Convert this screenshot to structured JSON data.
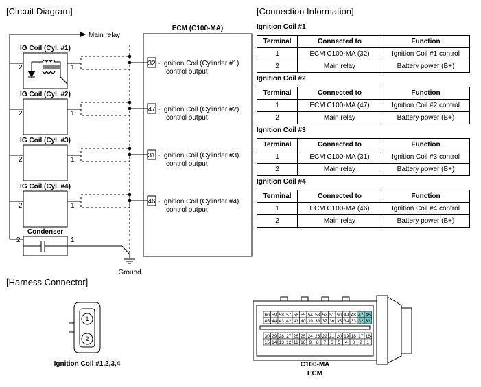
{
  "sections": {
    "circuit": "[Circuit Diagram]",
    "connection": "[Connection Information]",
    "harness": "[Harness Connector]"
  },
  "circuit": {
    "main_relay": "Main relay",
    "ecm_title": "ECM (C100-MA)",
    "ground": "Ground",
    "condenser": "Condenser",
    "pin_1": "1",
    "pin_2": "2",
    "coils": [
      {
        "title": "IG Coil (Cyl. #1)",
        "ecm_pin": "32",
        "line1": "- Ignition Coil (Cylinder #1)",
        "line2": "control output"
      },
      {
        "title": "IG Coil (Cyl. #2)",
        "ecm_pin": "47",
        "line1": "- Ignition Coil (Cylinder #2)",
        "line2": "control output"
      },
      {
        "title": "IG Coil (Cyl. #3)",
        "ecm_pin": "31",
        "line1": "- Ignition Coil (Cylinder #3)",
        "line2": "control output"
      },
      {
        "title": "IG Coil (Cyl. #4)",
        "ecm_pin": "46",
        "line1": "- Ignition Coil (Cylinder #4)",
        "line2": "control output"
      }
    ]
  },
  "tables": {
    "headers": [
      "Terminal",
      "Connected to",
      "Function"
    ],
    "list": [
      {
        "title": "Ignition Coil #1",
        "rows": [
          [
            "1",
            "ECM C100-MA (32)",
            "Ignition Coil #1 control"
          ],
          [
            "2",
            "Main relay",
            "Battery power (B+)"
          ]
        ]
      },
      {
        "title": "Ignition Coil #2",
        "rows": [
          [
            "1",
            "ECM C100-MA (47)",
            "Ignition Coil #2 control"
          ],
          [
            "2",
            "Main relay",
            "Battery power (B+)"
          ]
        ]
      },
      {
        "title": "Ignition Coil #3",
        "rows": [
          [
            "1",
            "ECM C100-MA (31)",
            "Ignition Coil #3 control"
          ],
          [
            "2",
            "Main relay",
            "Battery power (B+)"
          ]
        ]
      },
      {
        "title": "Ignition Coil #4",
        "rows": [
          [
            "1",
            "ECM C100-MA (46)",
            "Ignition Coil #4 control"
          ],
          [
            "2",
            "Main relay",
            "Battery power (B+)"
          ]
        ]
      }
    ]
  },
  "harness": {
    "coil_caption": "Ignition Coil #1,2,3,4",
    "coil_pins": [
      "1",
      "2"
    ],
    "ecm_caption1": "C100-MA",
    "ecm_caption2": "ECM",
    "ecm_rows": [
      [
        "60",
        "59",
        "58",
        "57",
        "56",
        "55",
        "54",
        "53",
        "52",
        "51",
        "50",
        "49",
        "48",
        "47",
        "46"
      ],
      [
        "45",
        "44",
        "43",
        "42",
        "41",
        "40",
        "39",
        "38",
        "37",
        "36",
        "35",
        "34",
        "33",
        "32",
        "31"
      ],
      [
        "30",
        "29",
        "28",
        "27",
        "26",
        "25",
        "24",
        "23",
        "22",
        "21",
        "20",
        "19",
        "18",
        "17",
        "16"
      ],
      [
        "15",
        "14",
        "13",
        "12",
        "11",
        "10",
        "9",
        "8",
        "7",
        "6",
        "5",
        "4",
        "3",
        "2",
        "1"
      ]
    ],
    "highlight_pins": [
      "47",
      "46",
      "32",
      "31"
    ],
    "highlight_color": "#7fc7c7"
  }
}
